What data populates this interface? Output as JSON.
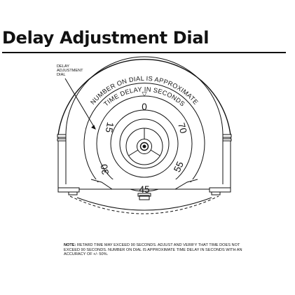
{
  "title": "Delay Adjustment Dial",
  "callout_lines": [
    "DELAY",
    "ADJUSTMENT",
    "DIAL"
  ],
  "arc_text": {
    "outer": "NUMBER ON DIAL IS APPROXIMATE",
    "inner": "TIME DELAY IN SECONDS"
  },
  "pointer_glyph": "▽",
  "dial_numbers": {
    "n0": "0",
    "n15": "15",
    "n30": "30",
    "n45": "45",
    "n55": "55",
    "n70": "70"
  },
  "note": {
    "label": "NOTE:",
    "text": " RETARD TIME MAY EXCEED 90 SECONDS. ADJUST AND VERIFY THAT TIME DOES NOT EXCEED 90 SECONDS. NUMBER ON DIAL IS APPROXIMATE TIME DELAY IN SECONDS WITH AN ACCURACY OF +/- 50%."
  },
  "colors": {
    "ink": "#111111",
    "background": "#ffffff"
  }
}
